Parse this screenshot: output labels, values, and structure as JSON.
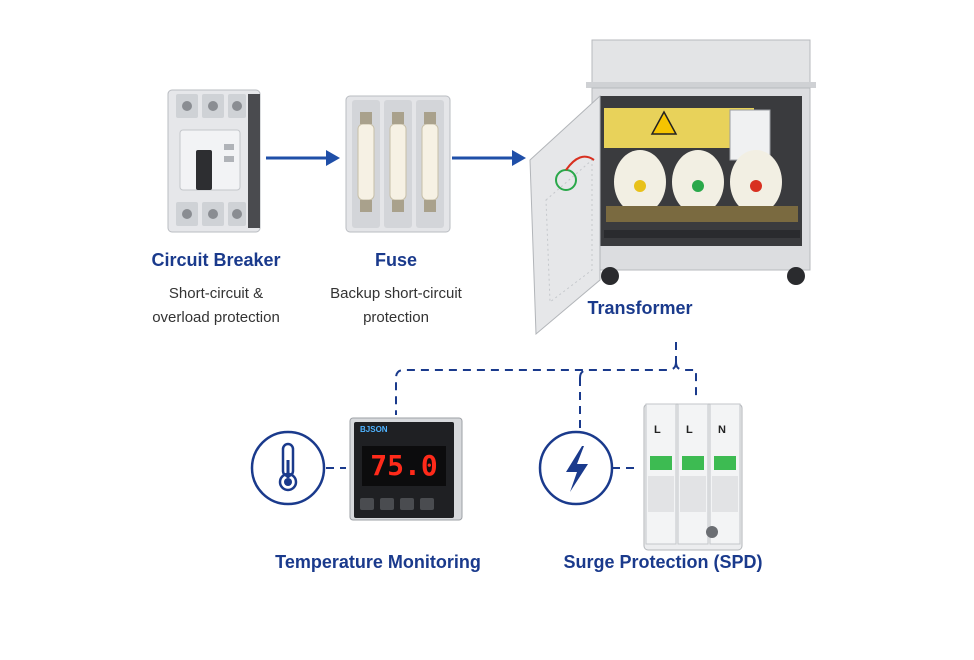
{
  "components": {
    "breaker": {
      "title": "Circuit Breaker",
      "desc_line1": "Short-circuit &",
      "desc_line2": "overload protection"
    },
    "fuse": {
      "title": "Fuse",
      "desc_line1": "Backup short-circuit",
      "desc_line2": "protection"
    },
    "transformer": {
      "title": "Transformer"
    },
    "temperature": {
      "title": "Temperature Monitoring",
      "display_value": "75.0",
      "brand": "BJSON"
    },
    "spd": {
      "title": "Surge Protection (SPD)",
      "pole_labels": [
        "L",
        "L",
        "N"
      ]
    }
  },
  "colors": {
    "accent": "#1a3a8c",
    "arrow": "#1f4fa8",
    "display_red": "#ff2a1a"
  },
  "icons": [
    "thermometer-icon",
    "lightning-icon",
    "warning-icon"
  ]
}
